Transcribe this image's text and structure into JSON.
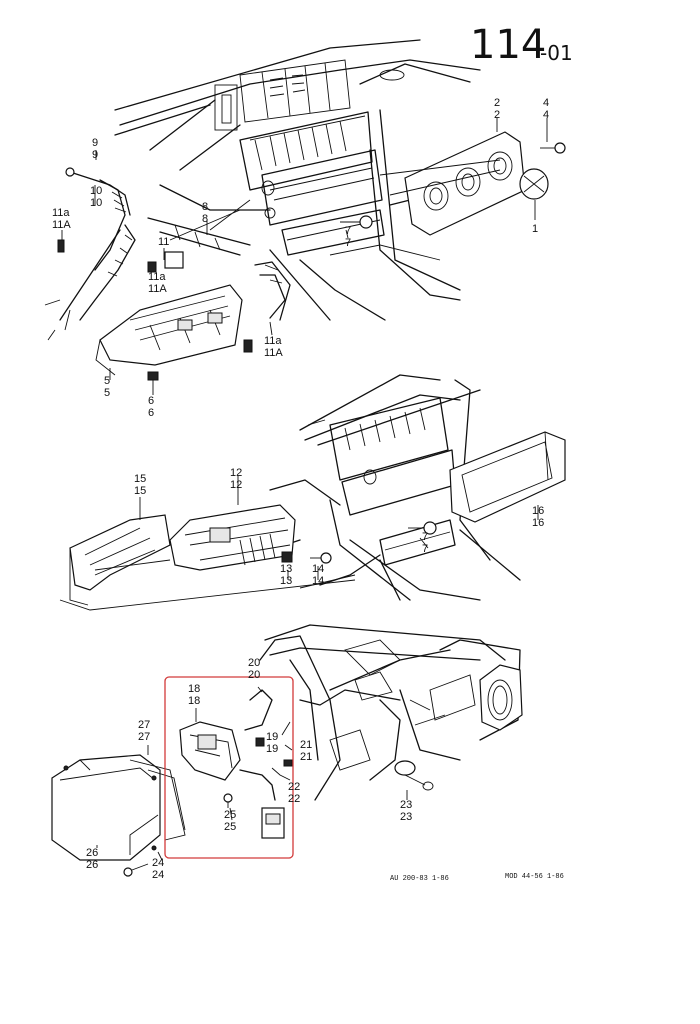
{
  "header": {
    "page_number": "114",
    "page_suffix": "-01"
  },
  "footer": {
    "left_code": "AU 200-83   1-86",
    "right_code": "MOD 44-56 1-86"
  },
  "highlight_color": "#d23a3a",
  "callouts": {
    "c1": "1",
    "c2a": "2",
    "c2b": "2",
    "c4a": "4",
    "c4b": "4",
    "c7a": "7",
    "c7b": "7",
    "c5a": "5",
    "c5b": "5",
    "c6a": "6",
    "c6b": "6",
    "c8a": "8",
    "c8b": "8",
    "c9a": "9",
    "c9b": "9",
    "c10a": "10",
    "c10b": "10",
    "c11a_l": "11a",
    "c11a_lb": "11A",
    "c11_m": "11",
    "c11a_m": "11a",
    "c11A_m": "11A",
    "c11a_r": "11a",
    "c11A_r": "11A",
    "c12a": "12",
    "c12b": "12",
    "c13a": "13",
    "c13b": "13",
    "c14a": "14",
    "c14b": "14",
    "c15a": "15",
    "c15b": "15",
    "c16a": "16",
    "c16b": "16",
    "c7c": "7",
    "c7d": "7",
    "c18a": "18",
    "c18b": "18",
    "c19a": "19",
    "c19b": "19",
    "c20a": "20",
    "c20b": "20",
    "c21a": "21",
    "c21b": "21",
    "c22a": "22",
    "c22b": "22",
    "c23a": "23",
    "c23b": "23",
    "c24a": "24",
    "c24b": "24",
    "c25a": "25",
    "c25b": "25",
    "c26a": "26",
    "c26b": "26",
    "c27a": "27",
    "c27b": "27"
  }
}
